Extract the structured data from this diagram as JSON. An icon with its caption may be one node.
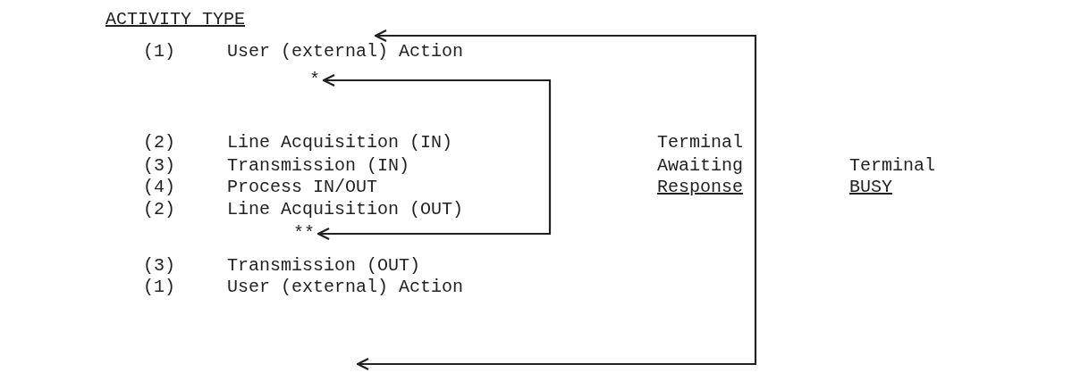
{
  "diagram": {
    "nodes": [
      {
        "text": [
          "*"
        ]
      },
      {
        "text": [
          "**"
        ]
      }
    ],
    "edges": [
      {
        "from": 0,
        "to": 1,
        "arrow": "both"
      }
    ],
    "labels": [
      "ACTIVITY_TYPE",
      "(1)",
      "User (external) Action",
      "(2)",
      "Line Acquisition (IN)",
      "(3)",
      "Transmission (IN)",
      "(4)",
      "Process IN/OUT",
      "(2)",
      "Line Acquisition (OUT)",
      "(3)",
      "Transmission (OUT)",
      "(1)",
      "User (external) Action",
      "Terminal",
      "Awaiting",
      "Response",
      "Terminal",
      "BUSY"
    ]
  }
}
